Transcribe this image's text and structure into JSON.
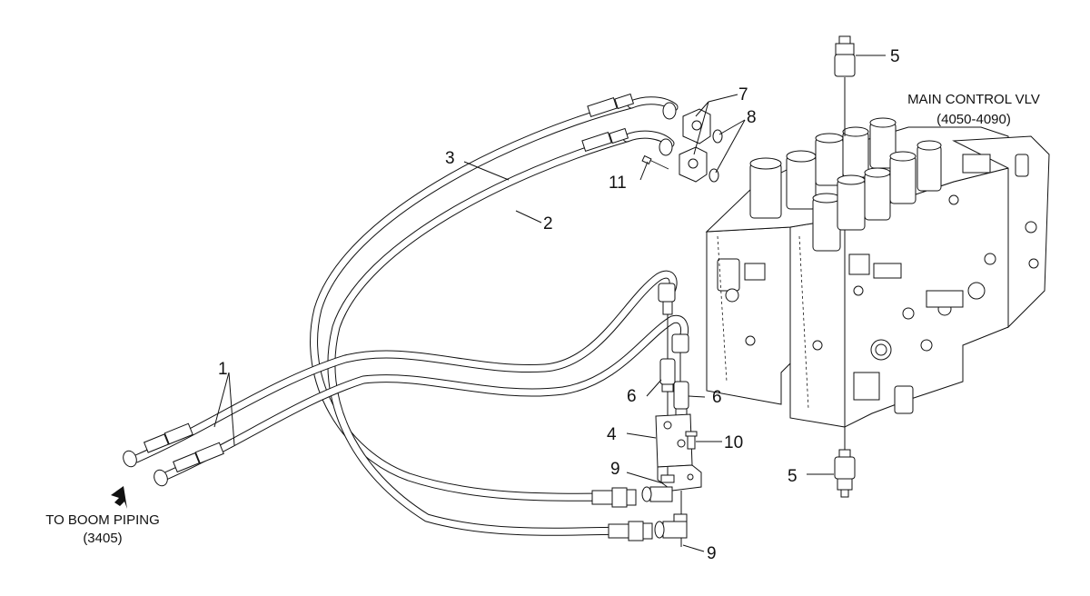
{
  "callouts": {
    "c1": "1",
    "c2": "2",
    "c3": "3",
    "c4": "4",
    "c5_top": "5",
    "c5_bottom": "5",
    "c6_left": "6",
    "c6_right": "6",
    "c7": "7",
    "c8": "8",
    "c9_upper": "9",
    "c9_lower": "9",
    "c10": "10",
    "c11": "11"
  },
  "captions": {
    "main_valve_line1": "MAIN CONTROL VLV",
    "main_valve_line2": "(4050-4090)",
    "boom_line1": "TO BOOM PIPING",
    "boom_line2": "(3405)"
  },
  "icons": {
    "direction_arrow": "arrow-down-left-icon"
  },
  "colors": {
    "ink": "#111111",
    "paper": "#ffffff"
  }
}
